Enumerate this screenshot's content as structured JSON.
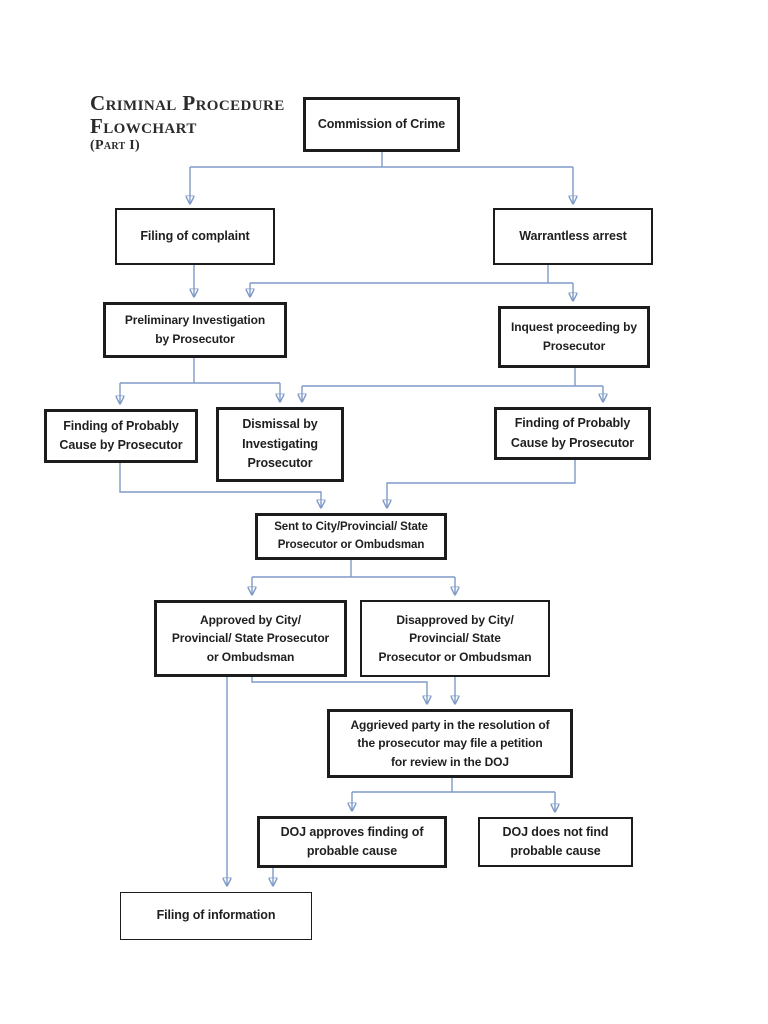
{
  "title": {
    "line1": "Criminal Procedure",
    "line2": "Flowchart",
    "part": "(Part I)"
  },
  "colors": {
    "connector_line": "#7f9ac8",
    "connector_arrowhead": "#4170b8",
    "box_border": "#1c1c1c",
    "box_fill": "#ffffff",
    "text": "#1f1f1f",
    "background": "#ffffff"
  },
  "nodes": {
    "commission": {
      "label": "Commission of Crime"
    },
    "filing_complaint": {
      "label": "Filing of complaint"
    },
    "warrantless": {
      "label": "Warrantless arrest"
    },
    "preliminary": {
      "label": "Preliminary Investigation\nby Prosecutor"
    },
    "inquest": {
      "label": "Inquest proceeding by\nProsecutor"
    },
    "finding_left": {
      "label": "Finding of Probably\nCause by Prosecutor"
    },
    "dismissal": {
      "label": "Dismissal by\nInvestigating\nProsecutor"
    },
    "finding_right": {
      "label": "Finding of Probably\nCause by Prosecutor"
    },
    "sent": {
      "label": "Sent to City/Provincial/ State\nProsecutor or Ombudsman"
    },
    "approved": {
      "label": "Approved by City/\nProvincial/ State Prosecutor\nor Ombudsman"
    },
    "disapproved": {
      "label": "Disapproved by City/\nProvincial/ State\nProsecutor or Ombudsman"
    },
    "aggrieved": {
      "label": "Aggrieved party in the resolution of\nthe prosecutor may file a petition\nfor review in the DOJ"
    },
    "doj_approves": {
      "label": "DOJ approves finding of\nprobable cause"
    },
    "doj_not_find": {
      "label": "DOJ does not find\nprobable cause"
    },
    "filing_info": {
      "label": "Filing of information"
    }
  },
  "edges": [
    "commission -> filing_complaint",
    "commission -> warrantless",
    "filing_complaint -> preliminary",
    "warrantless -> preliminary",
    "warrantless -> inquest",
    "preliminary -> finding_left",
    "preliminary -> dismissal",
    "inquest -> dismissal",
    "inquest -> finding_right",
    "finding_left -> sent",
    "finding_right -> sent",
    "sent -> approved",
    "sent -> disapproved",
    "approved -> filing_info",
    "approved -> aggrieved",
    "disapproved -> aggrieved",
    "aggrieved -> doj_approves",
    "aggrieved -> doj_not_find",
    "doj_approves -> filing_info"
  ]
}
